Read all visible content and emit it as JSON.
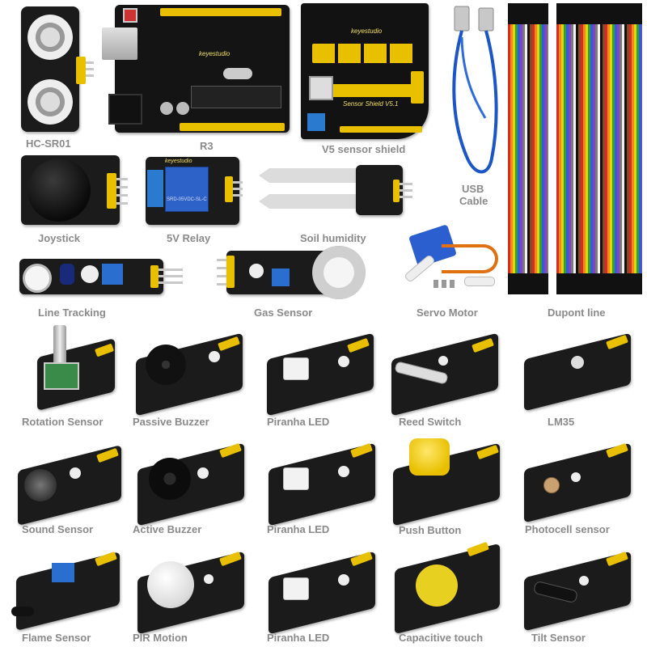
{
  "labels": {
    "hcsr01": "HC-SR01",
    "r3": "R3",
    "v5": "V5 sensor shield",
    "usb_line1": "USB",
    "usb_line2": "Cable",
    "joystick": "Joystick",
    "relay": "5V Relay",
    "soil": "Soil humidity",
    "line_tracking": "Line Tracking",
    "gas": "Gas Sensor",
    "servo": "Servo Motor",
    "dupont": "Dupont line",
    "rotation": "Rotation Sensor",
    "passive_buzzer": "Passive Buzzer",
    "piranha1": "Piranha LED",
    "reed": "Reed Switch",
    "lm35": "LM35",
    "sound": "Sound Sensor",
    "active_buzzer": "Active Buzzer",
    "piranha2": "Piranha LED",
    "push_button": "Push Button",
    "photocell": "Photocell sensor",
    "flame": "Flame Sensor",
    "pir": "PIR Motion",
    "piranha3": "Piranha LED",
    "capacitive": "Capacitive touch",
    "tilt": "Tilt Sensor"
  },
  "board_text": {
    "brand": "keyestudio",
    "shield": "Sensor Shield V5.1",
    "relay_part": "SRD-05VDC-SL-C"
  },
  "colors": {
    "board": "#1b1b1b",
    "header_yellow": "#e8c000",
    "label_gray": "#8a8a8a",
    "cable_blue": "#1b56c8"
  }
}
